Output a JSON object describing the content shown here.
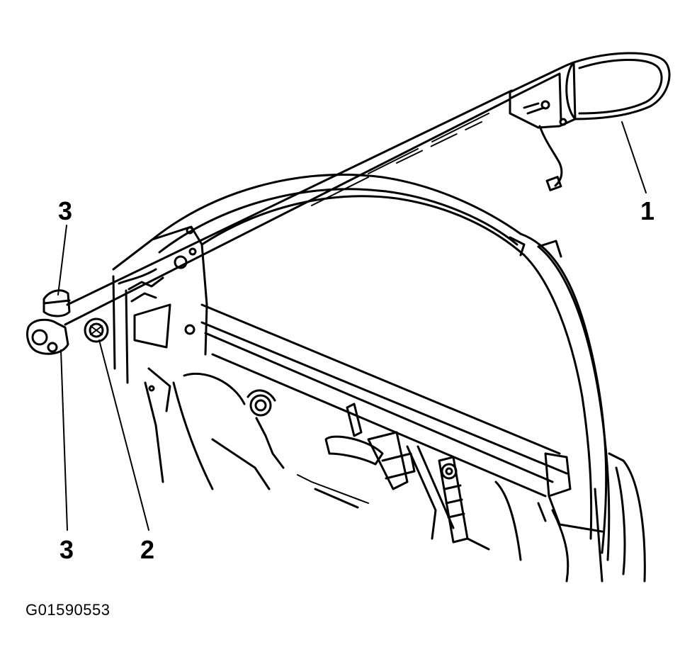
{
  "callouts": {
    "one": "1",
    "two": "2",
    "three_top": "3",
    "three_bottom": "3"
  },
  "figure_id": "G01590553",
  "colors": {
    "line": "#000000",
    "background": "#ffffff"
  }
}
